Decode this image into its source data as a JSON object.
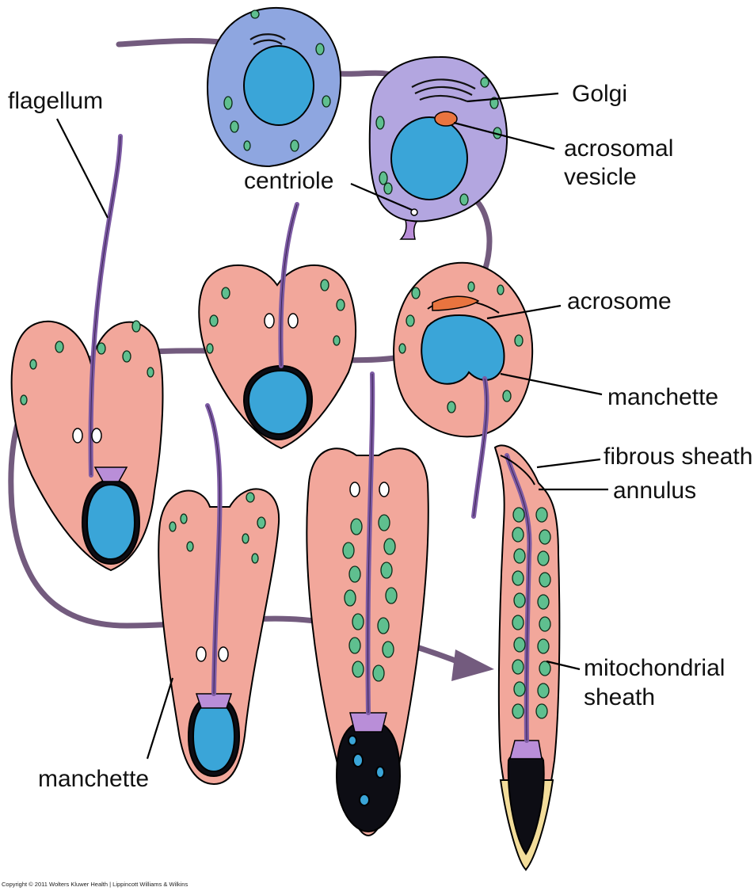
{
  "labels": {
    "flagellum": "flagellum",
    "golgi": "Golgi",
    "acrosomal_vesicle_line1": "acrosomal",
    "acrosomal_vesicle_line2": "vesicle",
    "centriole": "centriole",
    "acrosome": "acrosome",
    "manchette_right": "manchette",
    "fibrous_sheath": "fibrous sheath",
    "annulus": "annulus",
    "mitochondrial_sheath_line1": "mitochondrial",
    "mitochondrial_sheath_line2": "sheath",
    "manchette_bottom": "manchette"
  },
  "copyright": "Copyright © 2011 Wolters Kluwer Health | Lippincott Williams & Wilkins",
  "colors": {
    "spermatid_pink": "#f2a79b",
    "spermatocyte_blue": "#8ea6e0",
    "early_spermatid_lavender": "#b3a6e0",
    "nucleus_blue": "#3aa5d8",
    "condensed_nucleus": "#0d0d14",
    "flagellum_purple": "#7c5aa3",
    "mitochondria_green": "#5fbf8f",
    "acrosome_orange": "#e9743f",
    "progression_arrow": "#735b7e",
    "tip_yellow": "#f3dd9a"
  }
}
